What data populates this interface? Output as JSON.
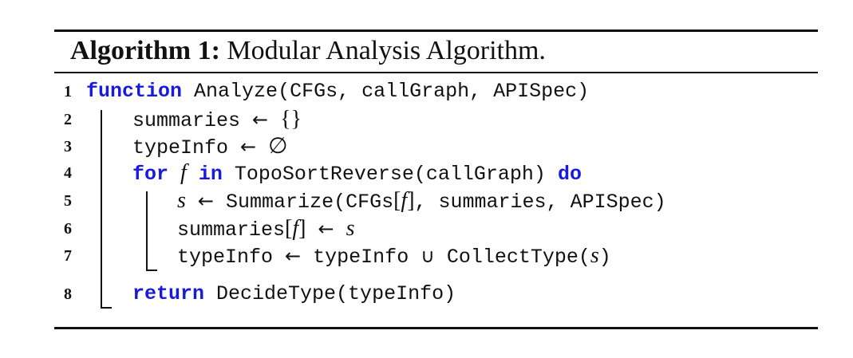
{
  "algorithm": {
    "label": "Algorithm 1:",
    "name": "Modular Analysis Algorithm."
  },
  "lines": [
    {
      "no": "1",
      "kw_function": "function",
      "call": "Analyze(CFGs, callGraph, APISpec)"
    },
    {
      "no": "2",
      "var": "summaries",
      "arrow": "←",
      "value": "{}"
    },
    {
      "no": "3",
      "var": "typeInfo",
      "arrow": "←",
      "value": "∅"
    },
    {
      "no": "4",
      "kw_for": "for",
      "iter_var": "f",
      "kw_in": "in",
      "iter_expr": "TopoSortReverse(callGraph)",
      "kw_do": "do"
    },
    {
      "no": "5",
      "var": "s",
      "arrow": "←",
      "call_name": "Summarize(CFGs",
      "bracket_open": "[",
      "index": "f",
      "bracket_close": "]",
      "call_rest": ", summaries, APISpec)"
    },
    {
      "no": "6",
      "var": "summaries",
      "bracket_open": "[",
      "index": "f",
      "bracket_close": "]",
      "arrow": "←",
      "value": "s"
    },
    {
      "no": "7",
      "var": "typeInfo",
      "arrow": "←",
      "lhs": "typeInfo",
      "union": "∪",
      "call_name": "CollectType",
      "paren_open": "(",
      "arg": "s",
      "paren_close": ")"
    },
    {
      "no": "8",
      "kw_return": "return",
      "call": "DecideType(typeInfo)"
    }
  ]
}
